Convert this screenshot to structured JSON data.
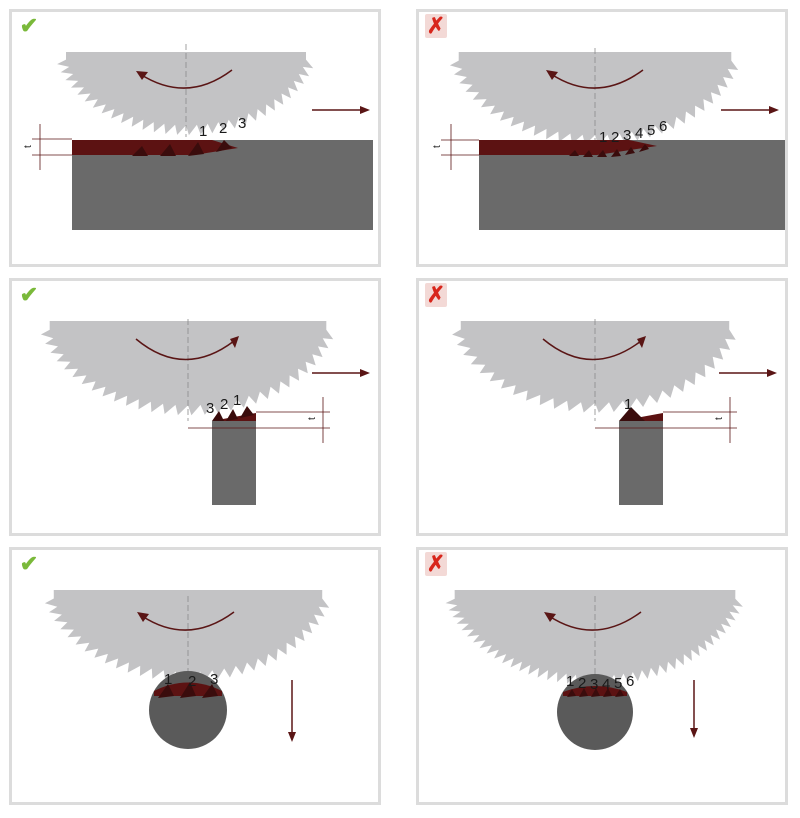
{
  "icons": {
    "correct": "check-mark-icon",
    "incorrect": "x-mark-icon"
  },
  "colors": {
    "correct": "#7ab93a",
    "incorrect": "#d8261c",
    "blade": "#c3c3c5",
    "workpiece": "#6a6a6a",
    "chip": "#5c1212",
    "arrow": "#5a1515"
  },
  "panels": [
    {
      "mark": "✔",
      "verdict": "correct",
      "teeth_labels": [
        "1",
        "2",
        "3"
      ],
      "thickness_label": "t"
    },
    {
      "mark": "✗",
      "verdict": "incorrect",
      "teeth_labels": [
        "1",
        "2",
        "3",
        "4",
        "5",
        "6"
      ],
      "thickness_label": "t"
    },
    {
      "mark": "✔",
      "verdict": "correct",
      "teeth_labels": [
        "3",
        "2",
        "1"
      ],
      "thickness_label": "t"
    },
    {
      "mark": "✗",
      "verdict": "incorrect",
      "teeth_labels": [
        "1"
      ],
      "thickness_label": "t"
    },
    {
      "mark": "✔",
      "verdict": "correct",
      "teeth_labels": [
        "1",
        "2",
        "3"
      ]
    },
    {
      "mark": "✗",
      "verdict": "incorrect",
      "teeth_labels": [
        "1",
        "2",
        "3",
        "4",
        "5",
        "6"
      ]
    }
  ]
}
